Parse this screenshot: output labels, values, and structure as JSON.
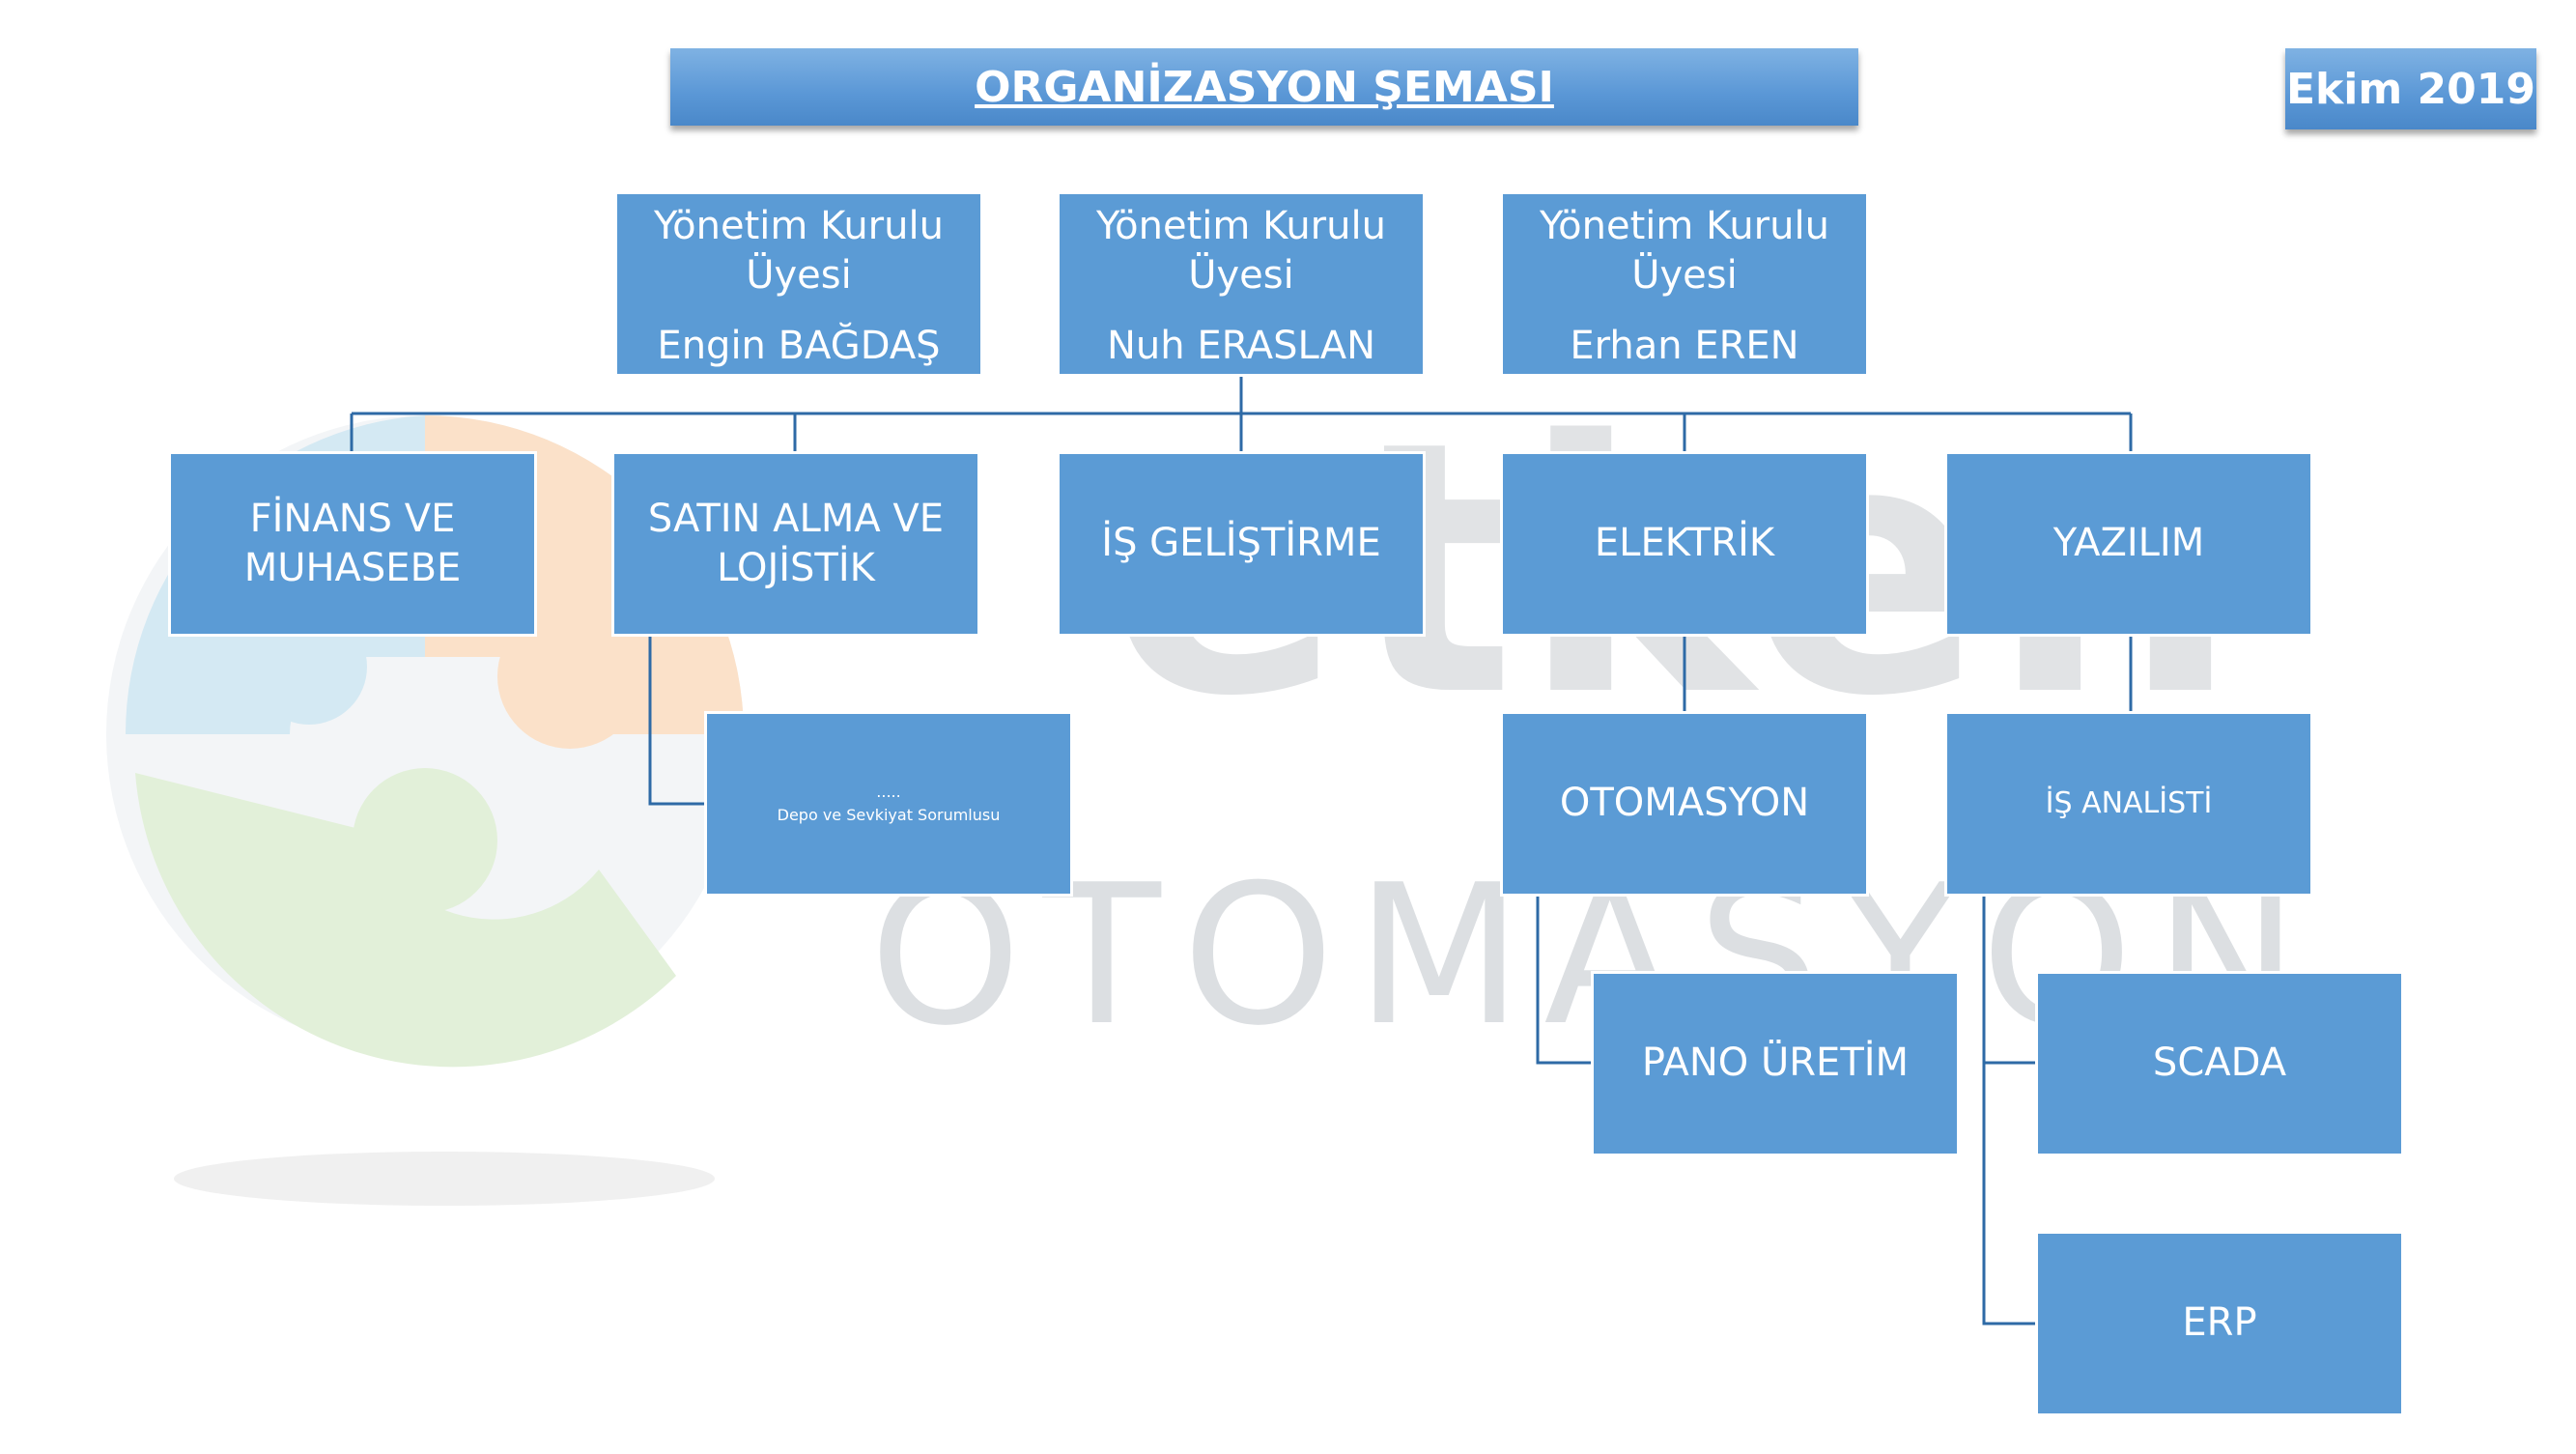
{
  "title": "ORGANİZASYON ŞEMASI",
  "date": "Ekim 2019",
  "watermark": {
    "logo_text": "etken",
    "sub_letters": [
      "O",
      "T",
      "O",
      "M",
      "A",
      "S",
      "Y",
      "O",
      "N"
    ]
  },
  "colors": {
    "box_fill": "#5b9bd5",
    "connector": "#2e6aa6",
    "box_text": "#ffffff"
  },
  "board_members": [
    {
      "role_line1": "Yönetim Kurulu",
      "role_line2": "Üyesi",
      "name": "Engin BAĞDAŞ"
    },
    {
      "role_line1": "Yönetim Kurulu",
      "role_line2": "Üyesi",
      "name": "Nuh ERASLAN"
    },
    {
      "role_line1": "Yönetim Kurulu",
      "role_line2": "Üyesi",
      "name": "Erhan EREN"
    }
  ],
  "departments": [
    {
      "line1": "FİNANS VE",
      "line2": "MUHASEBE"
    },
    {
      "line1": "SATIN ALMA VE",
      "line2": "LOJİSTİK"
    },
    {
      "line1": "İŞ GELİŞTİRME"
    },
    {
      "line1": "ELEKTRİK"
    },
    {
      "line1": "YAZILIM"
    }
  ],
  "sub_units": {
    "depo": {
      "placeholder": ".....",
      "label": "Depo ve Sevkiyat Sorumlusu"
    },
    "otomasyon": "OTOMASYON",
    "is_analisti": "İŞ ANALİSTİ",
    "pano_uretim": "PANO ÜRETİM",
    "scada": "SCADA",
    "erp": "ERP"
  }
}
